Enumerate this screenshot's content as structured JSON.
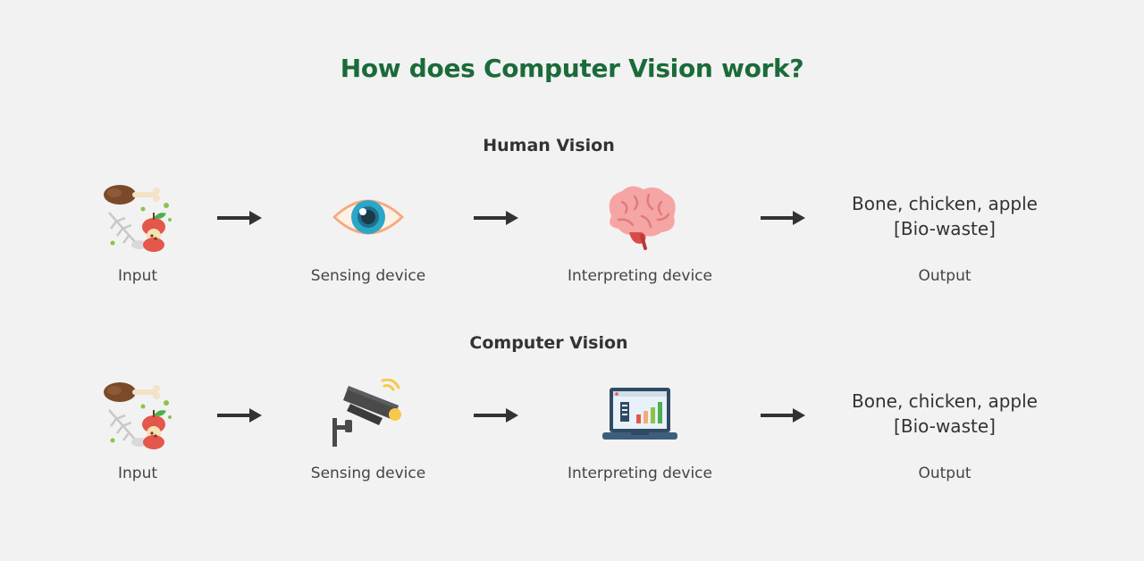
{
  "title": "How does Computer Vision work?",
  "sections": [
    {
      "heading": "Human Vision",
      "steps": [
        {
          "icon": "bio-waste-icon",
          "label": "Input"
        },
        {
          "icon": "eye-icon",
          "label": "Sensing device"
        },
        {
          "icon": "brain-icon",
          "label": "Interpreting device"
        },
        {
          "label": "Output"
        }
      ],
      "output": {
        "line1": "Bone, chicken, apple",
        "line2": "[Bio-waste]"
      }
    },
    {
      "heading": "Computer Vision",
      "steps": [
        {
          "icon": "bio-waste-icon",
          "label": "Input"
        },
        {
          "icon": "security-camera-icon",
          "label": "Sensing device"
        },
        {
          "icon": "laptop-chart-icon",
          "label": "Interpreting device"
        },
        {
          "label": "Output"
        }
      ],
      "output": {
        "line1": "Bone, chicken, apple",
        "line2": "[Bio-waste]"
      }
    }
  ],
  "colors": {
    "title": "#1a6b39",
    "arrow": "#333333",
    "background": "#f2f2f2"
  }
}
